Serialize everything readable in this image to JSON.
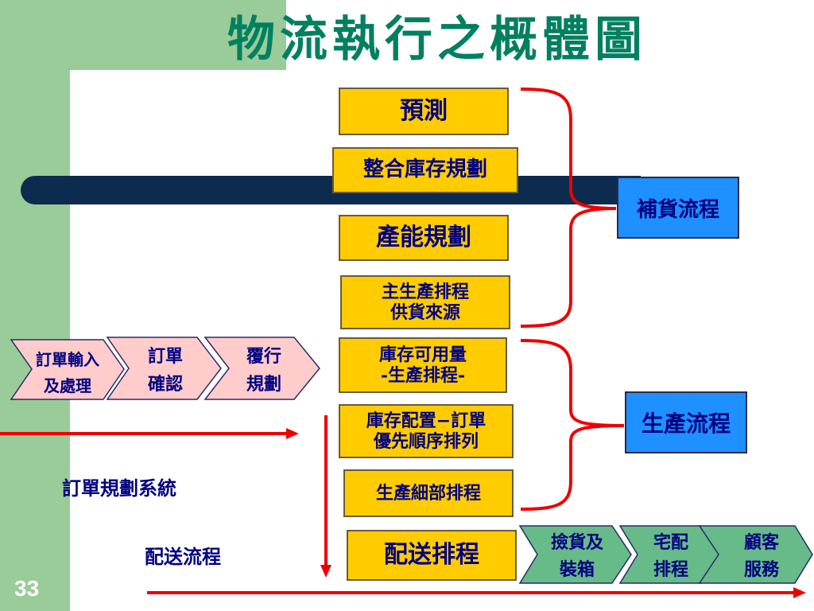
{
  "title": "物流執行之概體圖",
  "page_number": "33",
  "boxes": {
    "forecast": "預測",
    "inventory_planning": "整合庫存規劃",
    "capacity_planning": "產能規劃",
    "mps_line1": "主生產排程",
    "mps_line2": "供貨來源",
    "atp_line1": "庫存可用量",
    "atp_line2": "-生產排程-",
    "alloc_line1": "庫存配置−訂單",
    "alloc_line2": "優先順序排列",
    "detail_sched": "生產細部排程",
    "delivery_sched": "配送排程"
  },
  "process_labels": {
    "replenishment": "補貨流程",
    "production": "生產流程",
    "order_planning_system": "訂單規劃系統",
    "distribution": "配送流程"
  },
  "order_chevrons": [
    {
      "line1": "訂單輸入",
      "line2": "及處理"
    },
    {
      "line1": "訂單",
      "line2": "確認"
    },
    {
      "line1": "覆行",
      "line2": "規劃"
    }
  ],
  "delivery_chevrons": [
    {
      "line1": "撿貨及",
      "line2": "裝箱"
    },
    {
      "line1": "宅配",
      "line2": "排程"
    },
    {
      "line1": "顧客",
      "line2": "服務"
    }
  ],
  "colors": {
    "title": "#008060",
    "box_fill": "#ffcc00",
    "process_fill": "#1e90ff",
    "chevron_fill": "#ffcccc",
    "chevron_fill_green": "#66bb88",
    "arrow": "#ee0000",
    "text": "#000080",
    "bar": "#0d2b4f"
  }
}
